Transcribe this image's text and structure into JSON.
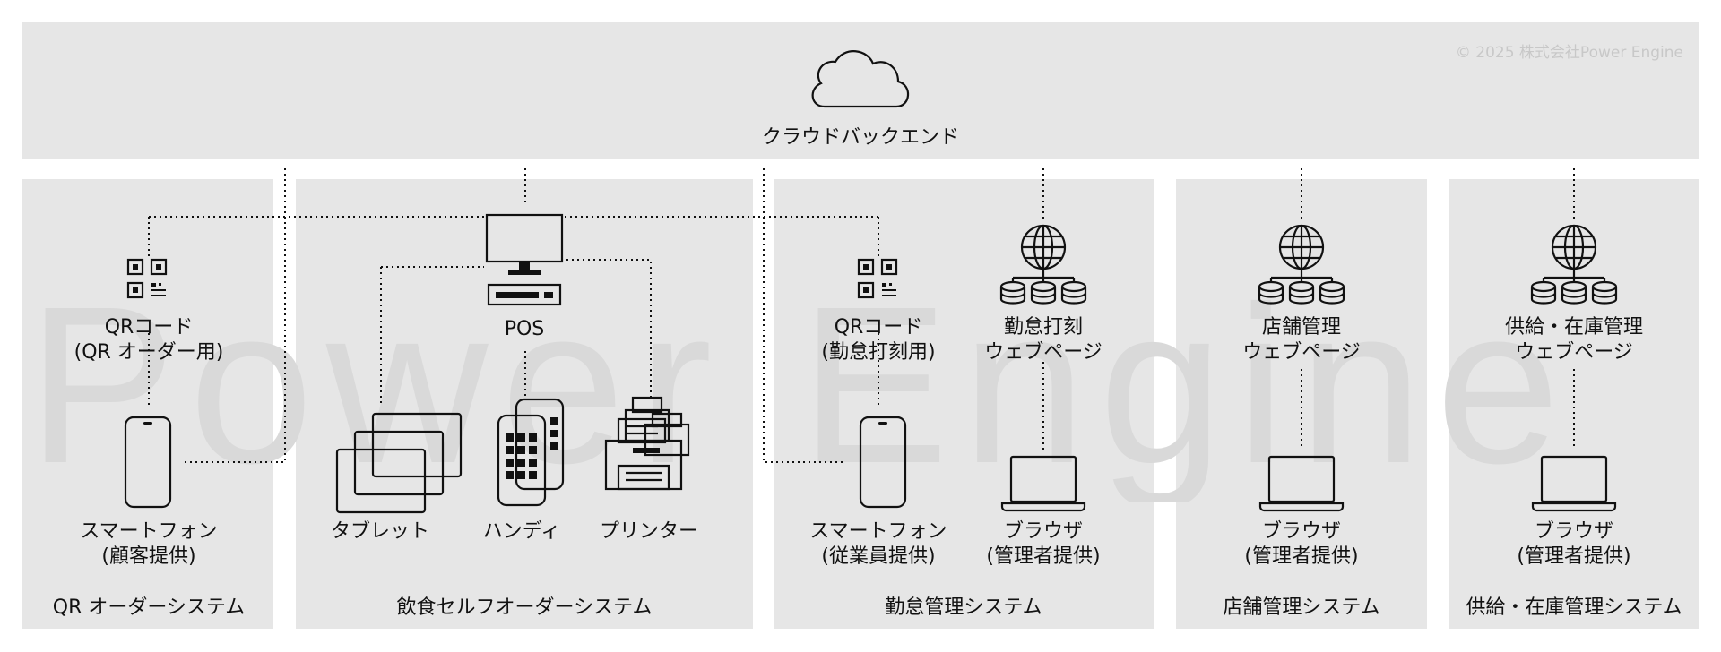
{
  "cloud": {
    "label": "クラウドバックエンド",
    "icon": "cloud-icon"
  },
  "copyright": "© 2025 株式会社Power Engine",
  "watermark": "Power Engine",
  "systems": {
    "qr_order": {
      "title": "QR オーダーシステム",
      "qr_label": [
        "QRコード",
        "(QR オーダー用)"
      ],
      "phone_label": [
        "スマートフォン",
        "(顧客提供)"
      ]
    },
    "self_order": {
      "title": "飲食セルフオーダーシステム",
      "pos_label": "POS",
      "tablet_label": "タブレット",
      "handy_label": "ハンディ",
      "printer_label": "プリンター"
    },
    "attendance": {
      "title": "勤怠管理システム",
      "qr_label": [
        "QRコード",
        "(勤怠打刻用)"
      ],
      "web_label": [
        "勤怠打刻",
        "ウェブページ"
      ],
      "phone_label": [
        "スマートフォン",
        "(従業員提供)"
      ],
      "browser_label": [
        "ブラウザ",
        "(管理者提供)"
      ]
    },
    "store": {
      "title": "店舗管理システム",
      "web_label": [
        "店舗管理",
        "ウェブページ"
      ],
      "browser_label": [
        "ブラウザ",
        "(管理者提供)"
      ]
    },
    "supply": {
      "title": "供給・在庫管理システム",
      "web_label": [
        "供給・在庫管理",
        "ウェブページ"
      ],
      "browser_label": [
        "ブラウザ",
        "(管理者提供)"
      ]
    }
  },
  "colors": {
    "band": "#e6e6e6",
    "ink": "#111111",
    "watermark": "#d9d9d9"
  }
}
